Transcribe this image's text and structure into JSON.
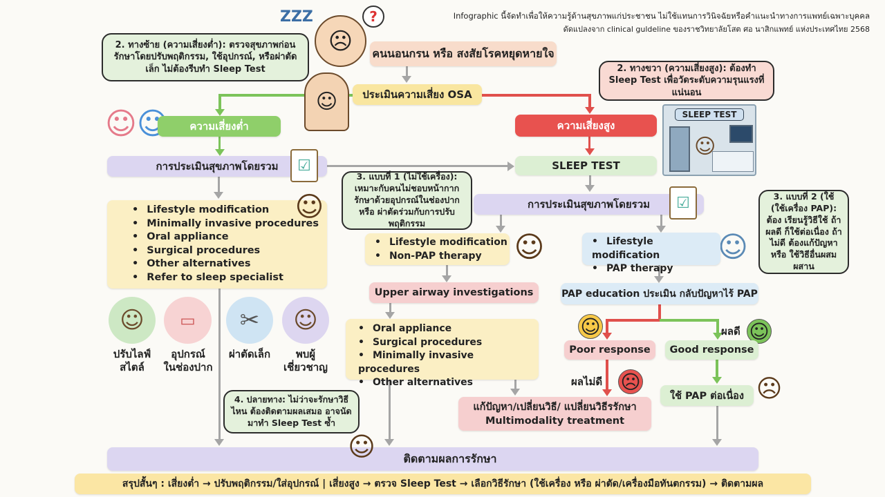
{
  "disclaimer": {
    "line1": "Infographic นี้จัดทำเพื่อให้ความรู้ด้านสุขภาพแก่ประชาชน ไม่ใช้แทนการวินิจฉัยหรือคำแนะนำทางการแพทย์เฉพาะบุคคล",
    "line2": "ดัดแปลงจาก clinical guldeline ของราชวิทยาลัยโสต ศอ นาสิกแพทย์ แห่งประเทศไทย 2568"
  },
  "start": "คนนอนกรน หรือ สงสัยโรคหยุดหายใจ",
  "assess": "ประเมินความเสี่ยง OSA",
  "low_risk": "ความเสี่ยงต่ำ",
  "high_risk": "ความเสี่ยงสูง",
  "callouts": {
    "left": "2. ทางซ้าย (ความเสี่ยงต่ำ): ตรวจสุขภาพก่อน รักษาโดยปรับพฤติกรรม, ใช้อุปกรณ์, หรือผ่าตัดเล็ก ไม่ต้องรีบทำ Sleep Test",
    "right": "2. ทางขวา (ความเสี่ยงสูง): ต้องทำ Sleep Test เพื่อวัดระดับความรุนแรงที่แน่นอน",
    "type1": "3. แบบที่ 1 (ไม่ใช้เครื่อง): เหมาะกับคนไม่ชอบหน้ากาก รักษาด้วยอุปกรณ์ในช่องปากหรือ ผ่าตัดร่วมกับการปรับพฤติกรรม",
    "type2": "3. แบบที่ 2 (ใช้ (ใช้เครื่อง PAP): ต้อง เรียนรู้วิธีใช้ ถ้าผลดี ก็ใช้ต่อเนื่อง ถ้าไม่ดี ต้องแก้ปัญหาหรือ ใช้วิธีอื่นผสมผสาน",
    "end": "4. ปลายทาง: ไม่ว่าจะรักษาวิธีไหน ต้องติดตามผลเสมอ อาจนัดมาทำ Sleep Test ซ้ำ"
  },
  "sleep_test_image_label": "SLEEP TEST",
  "overall_left": "การประเมินสุขภาพโดยรวม",
  "overall_right": "การประเมินสุขภาพโดยรวม",
  "sleep_test": "SLEEP TEST",
  "left_list": [
    "Lifestyle modification",
    "Minimally invasive procedures",
    "Oral appliance",
    "Surgical procedures",
    "Other alternatives",
    "Refer to sleep specialist"
  ],
  "icons": [
    {
      "label1": "ปรับไลฟ์",
      "label2": "สไตล์",
      "color": "#cde8c4"
    },
    {
      "label1": "อุปกรณ์",
      "label2": "ในช่องปาก",
      "color": "#f7d3d3"
    },
    {
      "label1": "ผ่าตัดเล็ก",
      "label2": "",
      "color": "#cfe4f3"
    },
    {
      "label1": "พบผู้",
      "label2": "เชี่ยวชาญ",
      "color": "#ddd6f0"
    }
  ],
  "mid_list": [
    "Lifestyle modification",
    "Non-PAP therapy"
  ],
  "upper_airway": "Upper airway investigations",
  "mid_list2": [
    "Oral appliance",
    "Surgical procedures",
    "Minimally invasive procedures",
    "Other alternatives"
  ],
  "right_list": [
    "Lifestyle modification",
    "PAP therapy"
  ],
  "pap_education": "PAP education ประเมิน กลับปัญหาไร้ PAP",
  "poor_response": "Poor response",
  "good_response": "Good response",
  "good_label": "ผลดี",
  "bad_label": "ผลไม่ดี",
  "multimodality": {
    "line1": "แก้ปัญหา/เปลี่ยนวิธี/ แปลี่ยนวิธีรรักษา",
    "line2": "Multimodality treatment"
  },
  "continue_pap": "ใช้ PAP ต่อเนื่อง",
  "follow_up": "ติดตามผลการรักษา",
  "summary": "สรุปสั้นๆ : เสี่ยงต่ำ → ปรับพฤติกรรม/ใส่อุปกรณ์ | เสี่ยงสูง → ตรวจ Sleep Test → เลือกวิธีรักษา (ใช้เครื่อง หรือ ผ่าตัด/เครื่องมือทันตกรรม) → ติดตามผล",
  "colors": {
    "green": "#8fcf6a",
    "red": "#e8524f",
    "yellow": "#f9e6a0",
    "purple": "#dcd6f1",
    "pink": "#f6cfcf",
    "blue": "#dcebf6"
  }
}
